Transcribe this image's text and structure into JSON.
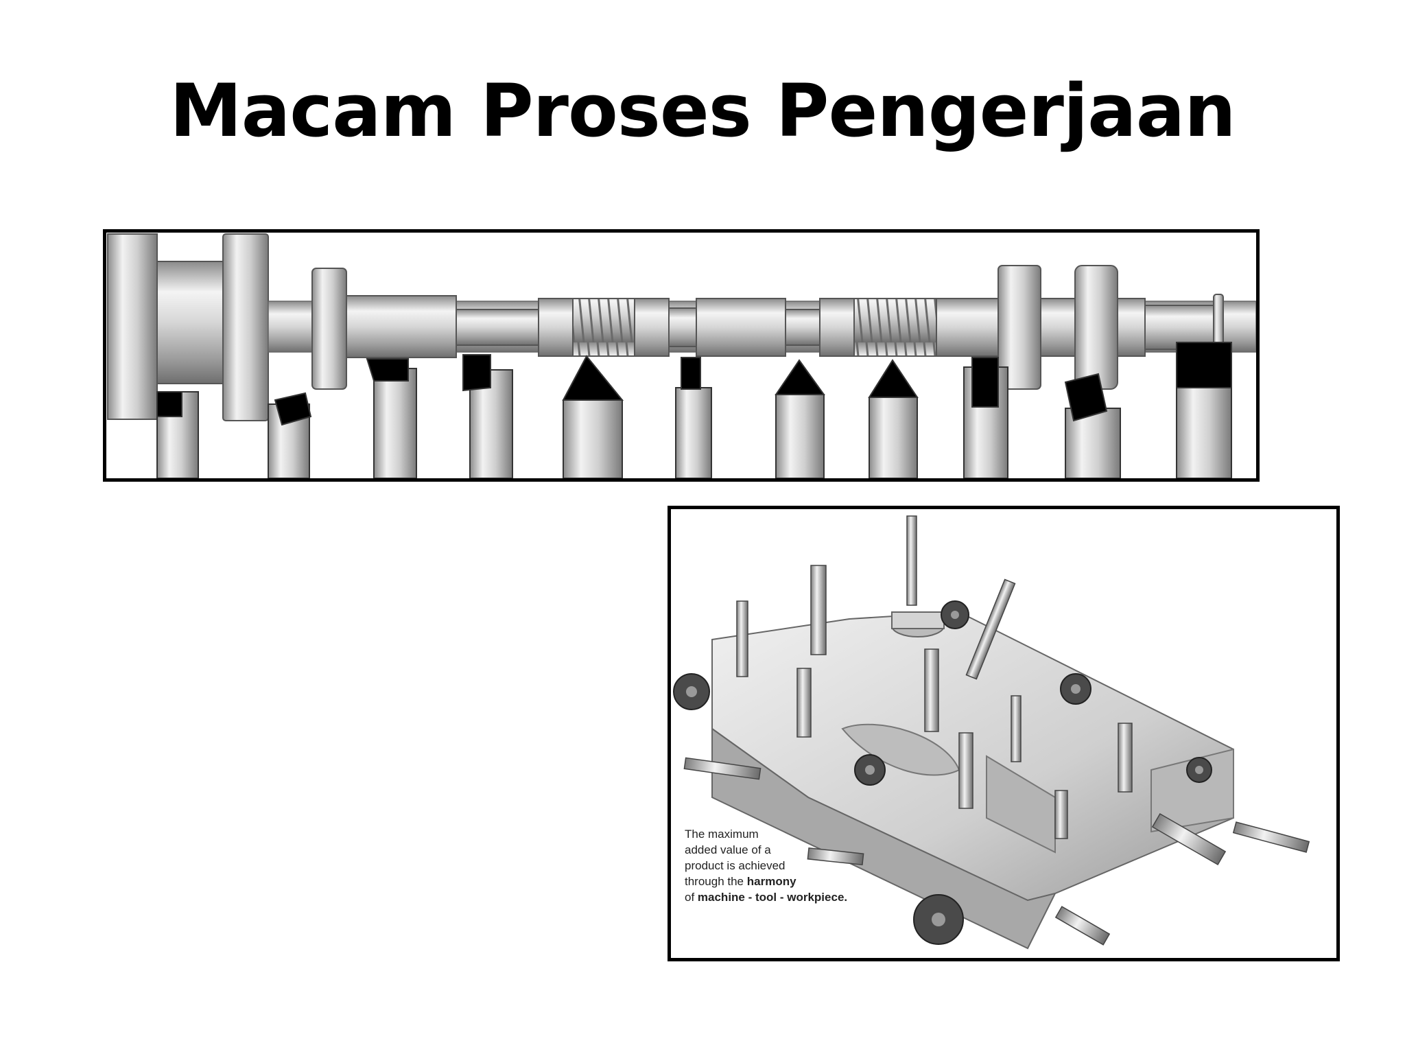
{
  "slide": {
    "title": "Macam Proses Pengerjaan"
  },
  "figures": {
    "lathe": {
      "icon": "lathe-turning-operations-illustration"
    },
    "milling": {
      "icon": "milling-workpiece-tools-illustration",
      "caption": {
        "line1": "The maximum",
        "line2": "added value of a",
        "line3": "product is achieved",
        "line4_pre": "through the ",
        "line4_bold": "harmony",
        "line5_pre": "of ",
        "line5_bold": "machine - tool - workpiece."
      }
    }
  }
}
